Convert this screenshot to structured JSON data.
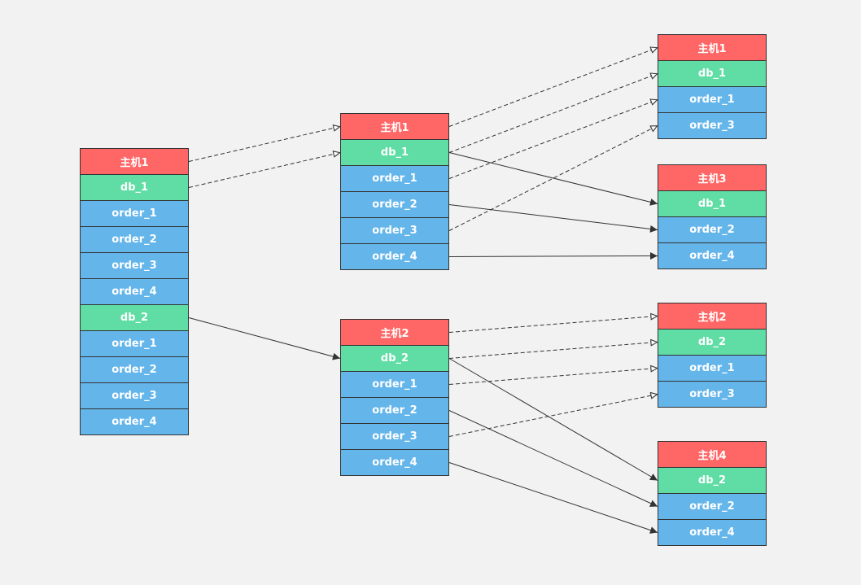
{
  "colors": {
    "host": "#ff6666",
    "db": "#5fdda5",
    "order": "#64b5ea",
    "border": "#333333",
    "line": "#333333",
    "background": "#f2f2f2"
  },
  "source": {
    "host": "主机1",
    "groups": [
      {
        "db": "db_1",
        "orders": [
          "order_1",
          "order_2",
          "order_3",
          "order_4"
        ]
      },
      {
        "db": "db_2",
        "orders": [
          "order_1",
          "order_2",
          "order_3",
          "order_4"
        ]
      }
    ]
  },
  "middle": [
    {
      "host": "主机1",
      "db": "db_1",
      "orders": [
        "order_1",
        "order_2",
        "order_3",
        "order_4"
      ]
    },
    {
      "host": "主机2",
      "db": "db_2",
      "orders": [
        "order_1",
        "order_2",
        "order_3",
        "order_4"
      ]
    }
  ],
  "targets": [
    {
      "host": "主机1",
      "db": "db_1",
      "orders": [
        "order_1",
        "order_3"
      ]
    },
    {
      "host": "主机3",
      "db": "db_1",
      "orders": [
        "order_2",
        "order_4"
      ]
    },
    {
      "host": "主机2",
      "db": "db_2",
      "orders": [
        "order_1",
        "order_3"
      ]
    },
    {
      "host": "主机4",
      "db": "db_2",
      "orders": [
        "order_2",
        "order_4"
      ]
    }
  ],
  "links": [
    {
      "from": "s-host",
      "to": "m1-host",
      "style": "dashed"
    },
    {
      "from": "s-g0-db",
      "to": "m1-db",
      "style": "dashed"
    },
    {
      "from": "s-g1-db",
      "to": "m2-db",
      "style": "solid"
    },
    {
      "from": "m1-host",
      "to": "t1-host",
      "style": "dashed"
    },
    {
      "from": "m1-db",
      "to": "t1-db",
      "style": "dashed"
    },
    {
      "from": "m1-o0",
      "to": "t1-o0",
      "style": "dashed"
    },
    {
      "from": "m1-o2",
      "to": "t1-o1",
      "style": "dashed"
    },
    {
      "from": "m1-db",
      "to": "t2-db",
      "style": "solid"
    },
    {
      "from": "m1-o1",
      "to": "t2-o0",
      "style": "solid"
    },
    {
      "from": "m1-o3",
      "to": "t2-o1",
      "style": "solid"
    },
    {
      "from": "m2-host",
      "to": "t3-host",
      "style": "dashed"
    },
    {
      "from": "m2-db",
      "to": "t3-db",
      "style": "dashed"
    },
    {
      "from": "m2-o0",
      "to": "t3-o0",
      "style": "dashed"
    },
    {
      "from": "m2-o2",
      "to": "t3-o1",
      "style": "dashed"
    },
    {
      "from": "m2-db",
      "to": "t4-db",
      "style": "solid"
    },
    {
      "from": "m2-o1",
      "to": "t4-o0",
      "style": "solid"
    },
    {
      "from": "m2-o3",
      "to": "t4-o1",
      "style": "solid"
    }
  ]
}
